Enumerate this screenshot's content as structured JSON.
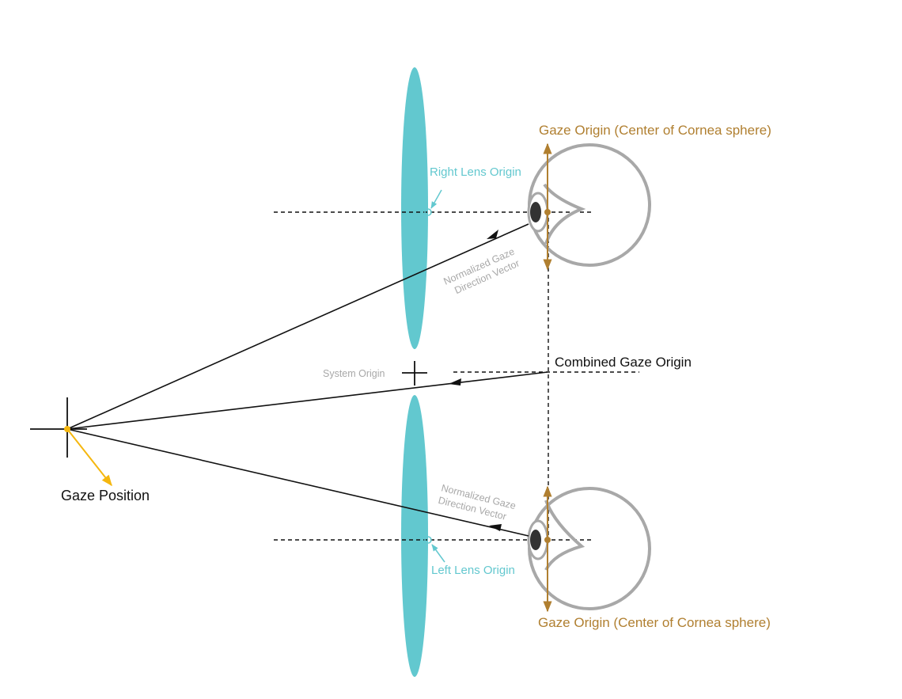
{
  "labels": {
    "gaze_origin_top": "Gaze Origin (Center of Cornea sphere)",
    "gaze_origin_bottom": "Gaze Origin (Center of Cornea sphere)",
    "right_lens_origin": "Right Lens Origin",
    "left_lens_origin": "Left Lens Origin",
    "normalized_top_line1": "Normalized Gaze",
    "normalized_top_line2": "Direction Vector",
    "normalized_bottom_line1": "Normalized Gaze",
    "normalized_bottom_line2": "Direction Vector",
    "system_origin": "System Origin",
    "combined_gaze_origin": "Combined Gaze Origin",
    "gaze_position": "Gaze Position"
  },
  "colors": {
    "lens": "#62c8cf",
    "gaze_origin": "#b07f30",
    "gaze_position": "#f5b70f",
    "eye_outline": "#a8a8a8",
    "pupil": "#333333"
  }
}
